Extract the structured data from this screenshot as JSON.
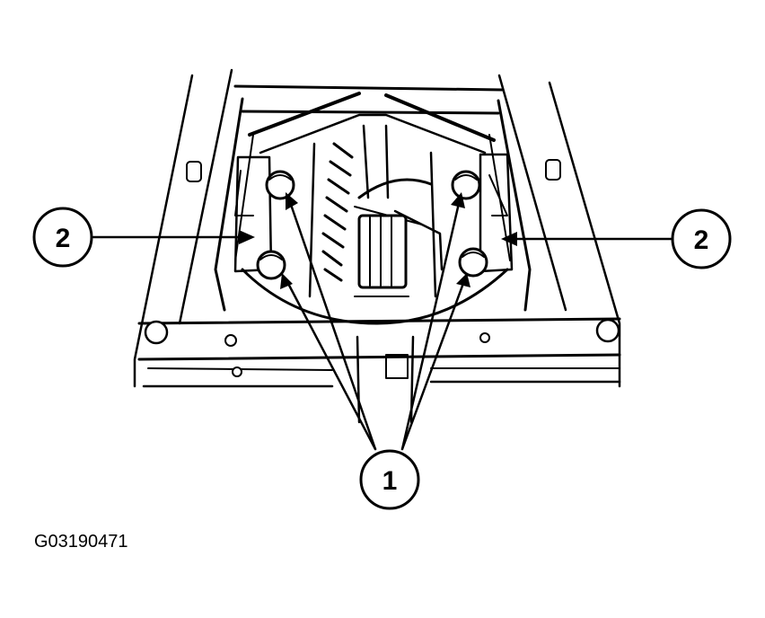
{
  "figure_id": "G03190471",
  "callouts": [
    {
      "id": "left-2",
      "label": "2"
    },
    {
      "id": "right-2",
      "label": "2"
    },
    {
      "id": "bottom-1",
      "label": "1"
    }
  ]
}
